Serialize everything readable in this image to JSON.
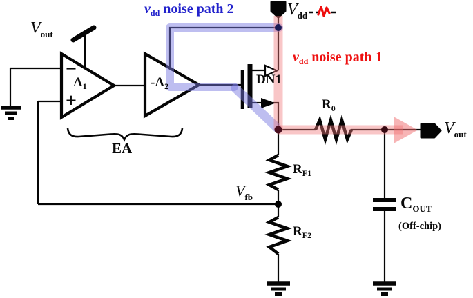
{
  "figure": {
    "annotations": {
      "noise_path_2": {
        "prefix": "v",
        "sub": "dd",
        "text": " noise path 2"
      },
      "noise_path_1": {
        "prefix": "v",
        "sub": "dd",
        "text": " noise path 1"
      }
    },
    "terminals": {
      "vdd": {
        "main": "V",
        "sub": "dd"
      },
      "vout_top": {
        "main": "V",
        "sub": "out"
      },
      "vout_right": {
        "main": "V",
        "sub": "out"
      },
      "vfb": {
        "main": "V",
        "sub": "fb"
      }
    },
    "components": {
      "a1": {
        "main": "A",
        "sub": "1"
      },
      "a2": {
        "main": "-A",
        "sub": "2"
      },
      "ea": "EA",
      "dn1": "DN1",
      "r0": {
        "main": "R",
        "sub": "0"
      },
      "rf1": {
        "main": "R",
        "sub": "F1"
      },
      "rf2": {
        "main": "R",
        "sub": "F2"
      },
      "cout": {
        "main": "C",
        "sub": "OUT"
      },
      "cout_note": "(Off-chip)",
      "opamp_minus": "−",
      "opamp_plus": "+"
    },
    "colors": {
      "blue_text": "#2222cc",
      "red_text": "#ee1111",
      "blue_band": "rgba(120,120,224,0.48)",
      "red_band": "rgba(240,120,122,0.42)"
    }
  }
}
